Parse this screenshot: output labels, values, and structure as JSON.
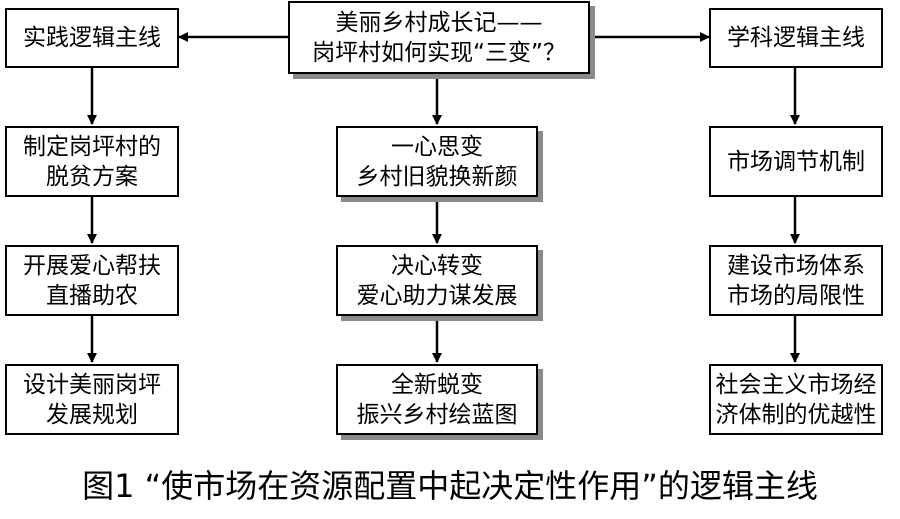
{
  "top_center": {
    "line1": "美丽乡村成长记——",
    "line2": "岗坪村如何实现“三变”？"
  },
  "left_column": {
    "header": "实践逻辑主线",
    "items": [
      {
        "line1": "制定岗坪村的",
        "line2": "脱贫方案"
      },
      {
        "line1": "开展爱心帮扶",
        "line2": "直播助农"
      },
      {
        "line1": "设计美丽岗坪",
        "line2": "发展规划"
      }
    ]
  },
  "center_column": {
    "items": [
      {
        "line1": "一心思变",
        "line2": "乡村旧貌换新颜"
      },
      {
        "line1": "决心转变",
        "line2": "爱心助力谋发展"
      },
      {
        "line1": "全新蜕变",
        "line2": "振兴乡村绘蓝图"
      }
    ]
  },
  "right_column": {
    "header": "学科逻辑主线",
    "items": [
      {
        "line1": "市场调节机制"
      },
      {
        "line1": "建设市场体系",
        "line2": "市场的局限性"
      },
      {
        "line1": "社会主义市场经",
        "line2": "济体制的优越性"
      }
    ]
  },
  "caption": "图1 “使市场在资源配置中起决定性作用”的逻辑主线"
}
